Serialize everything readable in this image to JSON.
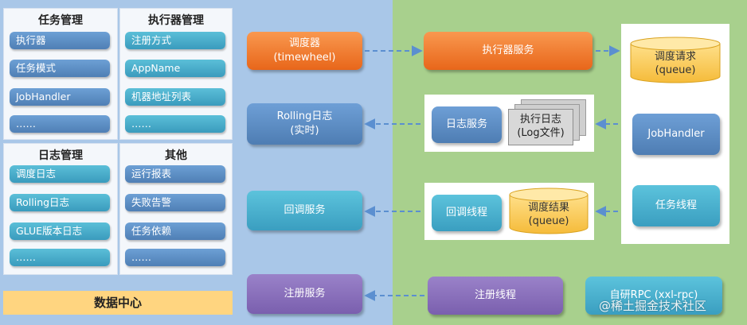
{
  "left_panels": {
    "task_mgmt": {
      "title": "任务管理",
      "items": [
        "执行器",
        "任务模式",
        "JobHandler",
        "……"
      ]
    },
    "executor_mgmt": {
      "title": "执行器管理",
      "items": [
        "注册方式",
        "AppName",
        "机器地址列表",
        "……"
      ]
    },
    "log_mgmt": {
      "title": "日志管理",
      "items": [
        "调度日志",
        "Rolling日志",
        "GLUE版本日志",
        "……"
      ]
    },
    "other": {
      "title": "其他",
      "items": [
        "运行报表",
        "失败告警",
        "任务依赖",
        "……"
      ]
    },
    "data_center": "数据中心"
  },
  "scheduler": {
    "line1": "调度器",
    "line2": "(timewheel)"
  },
  "rolling_log": {
    "line1": "Rolling日志",
    "line2": "(实时)"
  },
  "callback_service": "回调服务",
  "register_service": "注册服务",
  "executor_service": "执行器服务",
  "log_service": "日志服务",
  "exec_log": {
    "line1": "执行日志",
    "line2": "(Log文件)"
  },
  "callback_thread": "回调线程",
  "schedule_result": {
    "line1": "调度结果",
    "line2": "(queue)"
  },
  "register_thread": "注册线程",
  "schedule_request": {
    "line1": "调度请求",
    "line2": "(queue)"
  },
  "job_handler": "JobHandler",
  "task_thread": "任务线程",
  "rpc": "自研RPC (xxl-rpc)",
  "watermark": "@稀土掘金技术社区",
  "colors": {
    "admin_bg": "#a9c7e8",
    "executor_bg": "#a8d08d",
    "orange": "#f07a2d",
    "blue": "#5a8bc4",
    "teal": "#45abc9",
    "purple": "#8b6fbd",
    "yellow": "#ffd580",
    "arrow": "#5b8fd0"
  }
}
